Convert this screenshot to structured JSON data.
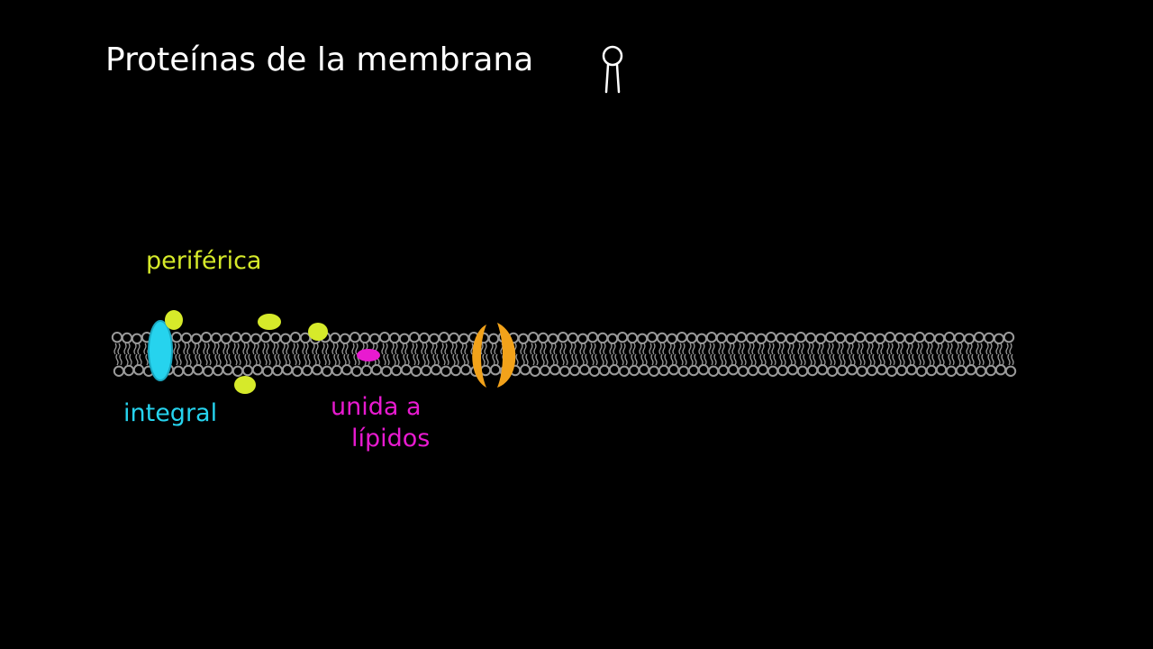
{
  "title": "Proteínas de la membrana",
  "labels": {
    "peripheral": "periférica",
    "integral": "integral",
    "lipid_anchored_line1": "unida a",
    "lipid_anchored_line2": "lípidos"
  },
  "colors": {
    "background": "#000000",
    "text": "#ffffff",
    "membrane": "#9a9a9a",
    "peripheral": "#d6ea2a",
    "integral": "#26d3ee",
    "lipid_anchored": "#e81ad0",
    "channel": "#f2a21a"
  },
  "icons": {
    "phospholipid": "phospholipid-icon"
  }
}
